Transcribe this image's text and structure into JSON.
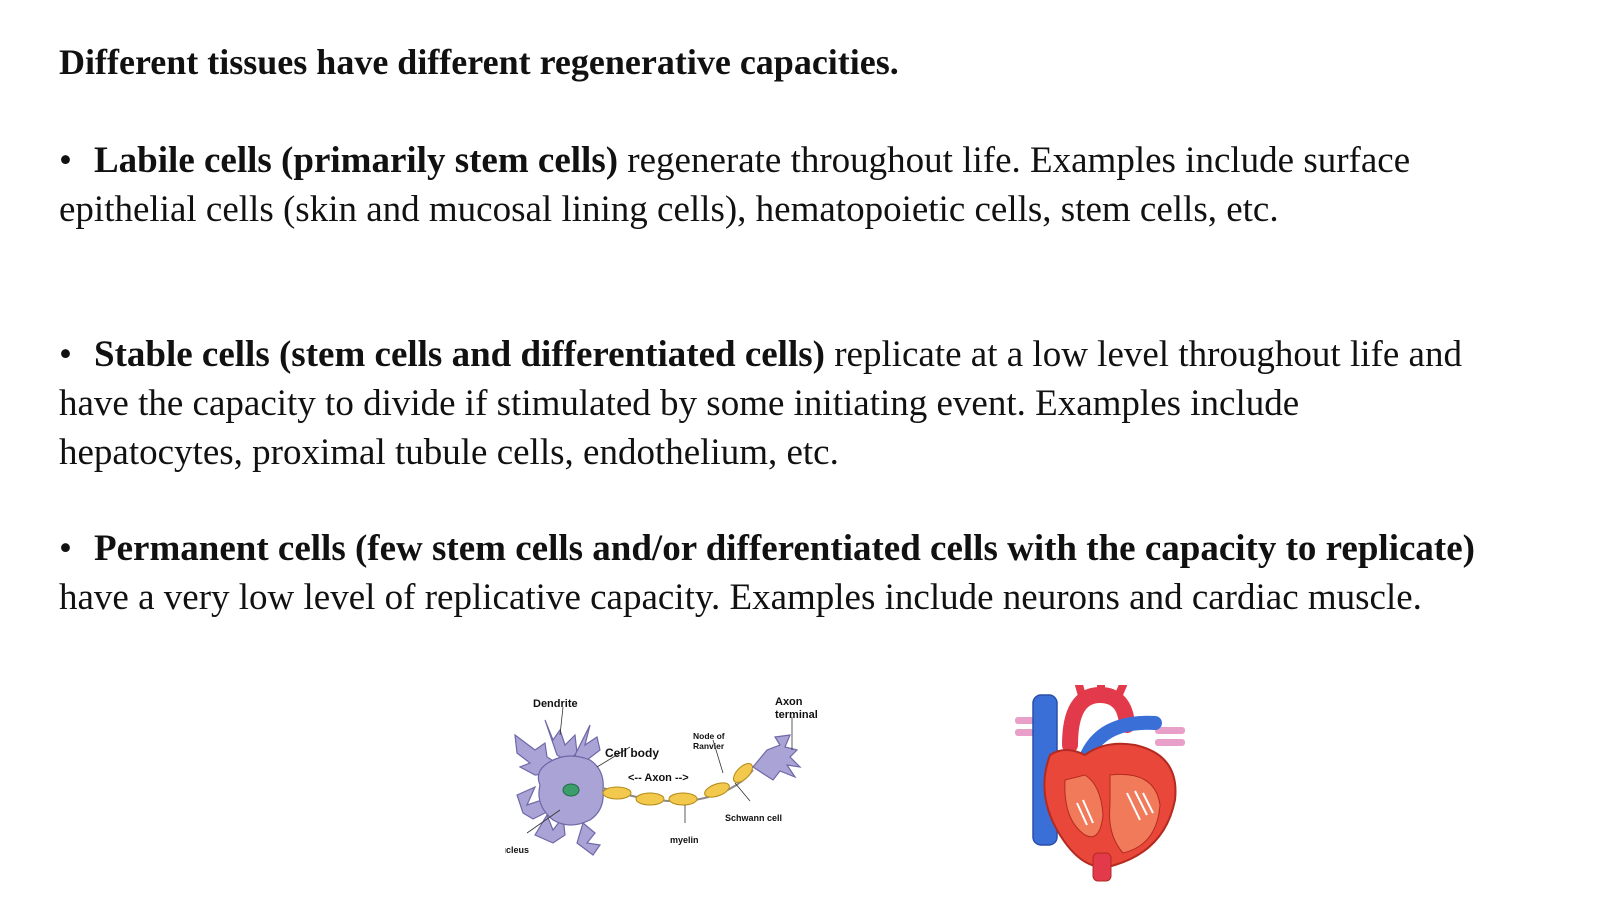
{
  "slide": {
    "title": "Different tissues have different regenerative capacities.",
    "bullet_char": "•",
    "bullets": [
      {
        "bold": "Labile cells (primarily stem cells)",
        "text": " regenerate throughout life. Examples include surface epithelial cells (skin and mucosal lining cells), hematopoietic cells, stem cells, etc."
      },
      {
        "bold": "Stable cells (stem cells and differentiated cells)",
        "text": " replicate at a low level throughout life and have the capacity to divide if stimulated by some initiating event. Examples include hepatocytes, proximal tubule cells, endothelium, etc."
      },
      {
        "bold": "Permanent cells (few stem cells and/or differentiated cells with the capacity to replicate)",
        "text": " have a very low level of replicative capacity. Examples include neurons and cardiac muscle."
      }
    ]
  },
  "neuron_diagram": {
    "labels": {
      "dendrite": "Dendrite",
      "axon_terminal_1": "Axon",
      "axon_terminal_2": "terminal",
      "node_1": "Node of",
      "node_2": "Ranvier",
      "cell_body": "Cell body",
      "axon": "<-- Axon -->",
      "schwann": "Schwann cell",
      "myelin": "myelin",
      "nucleus": "nucleus"
    },
    "colors": {
      "cell": "#a9a3d6",
      "cell_stroke": "#6f68a8",
      "myelin": "#f2c94c",
      "nucleus": "#3a9d6a"
    }
  },
  "heart_image": {
    "icon": "heart-anatomy-icon",
    "colors": {
      "muscle": "#e8473a",
      "vein": "#3a6fd8",
      "artery": "#e23a4a"
    }
  }
}
